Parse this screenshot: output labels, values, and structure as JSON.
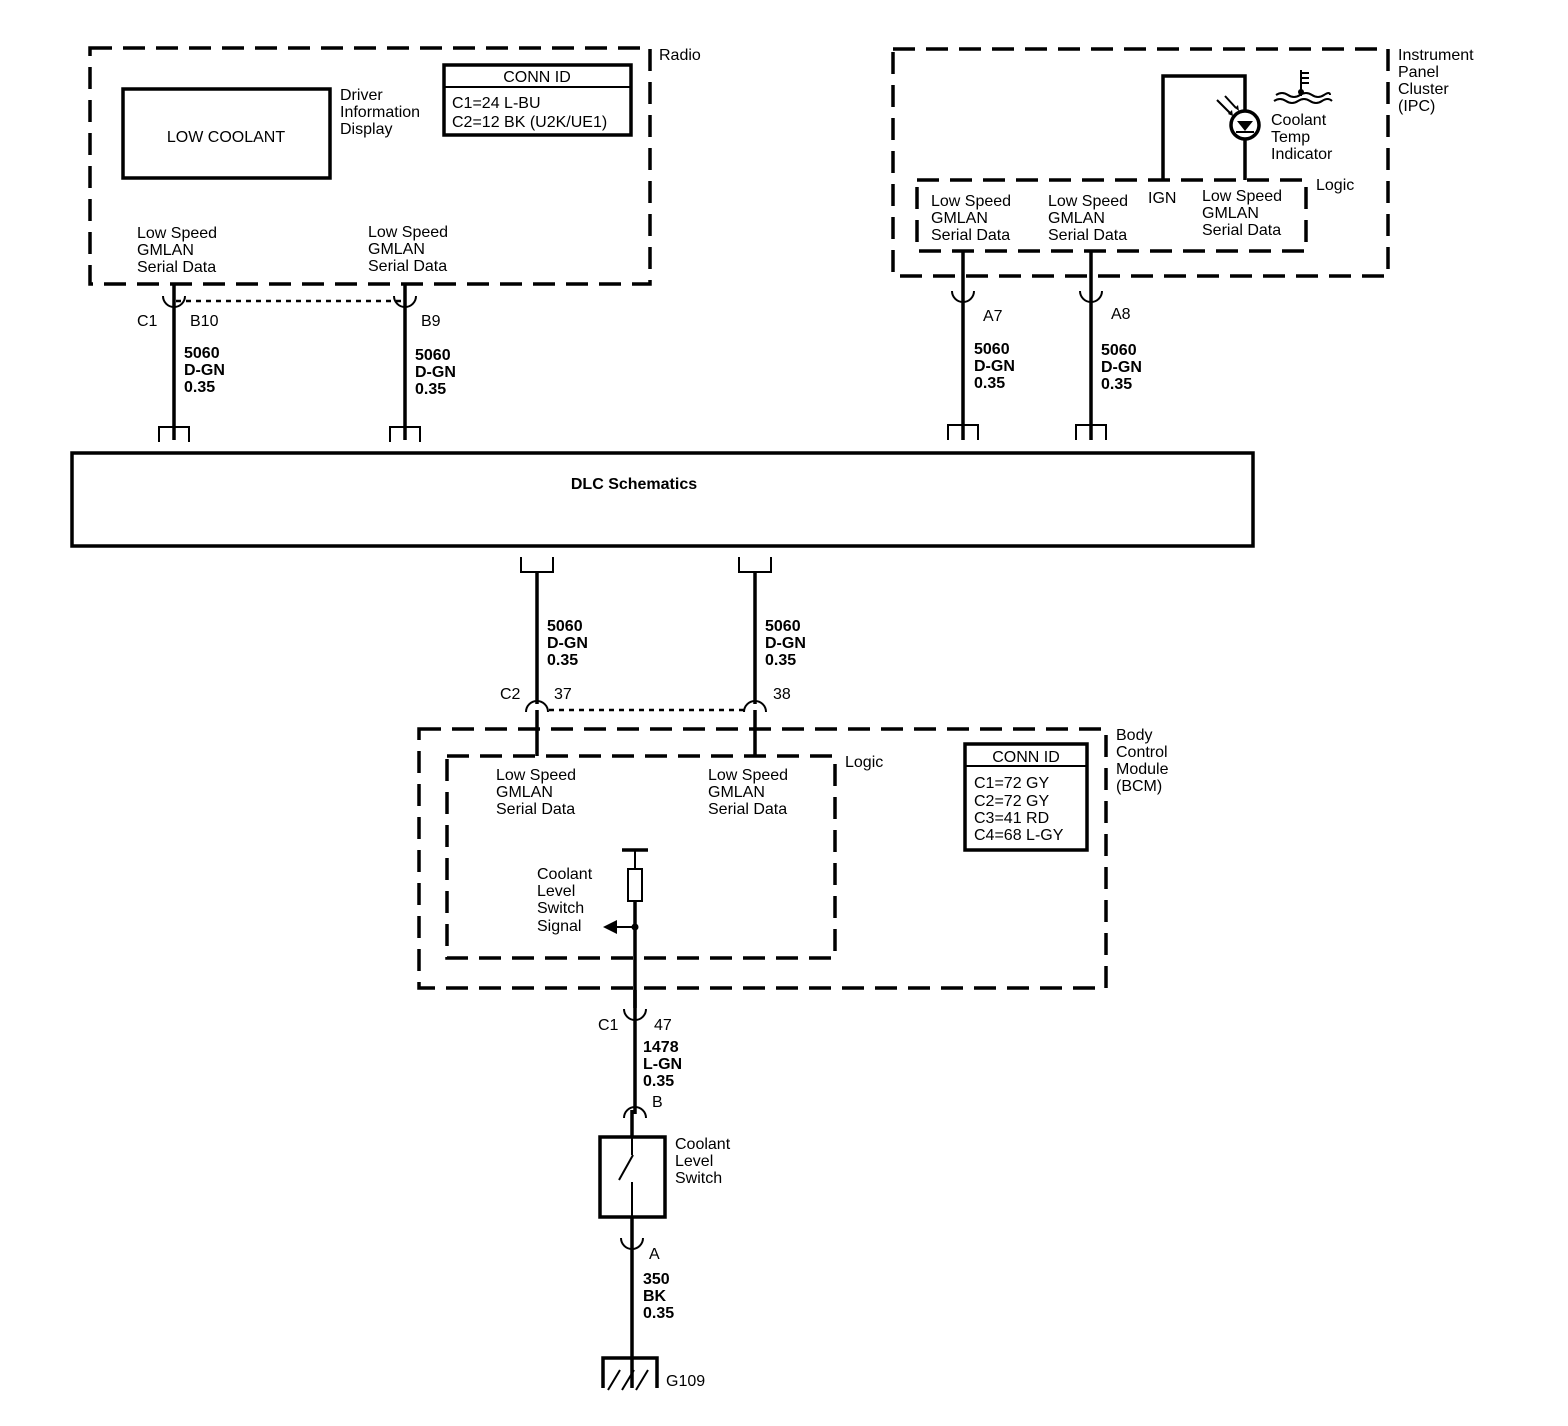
{
  "radio": {
    "title": "Radio",
    "display_label": [
      "Driver",
      "Information",
      "Display"
    ],
    "display_text": "LOW COOLANT",
    "conn_id": {
      "header": "CONN ID",
      "lines": [
        "C1=24 L-BU",
        "C2=12 BK (U2K/UE1)"
      ]
    },
    "pin_labels": {
      "left": [
        "Low Speed",
        "GMLAN",
        "Serial Data"
      ],
      "right": [
        "Low Speed",
        "GMLAN",
        "Serial Data"
      ]
    },
    "connector": "C1",
    "pins": [
      "B10",
      "B9"
    ]
  },
  "ipc": {
    "title": [
      "Instrument",
      "Panel",
      "Cluster",
      "(IPC)"
    ],
    "logic": "Logic",
    "indicator": [
      "Coolant",
      "Temp",
      "Indicator"
    ],
    "ign": "IGN",
    "pin_labels": {
      "a": [
        "Low Speed",
        "GMLAN",
        "Serial Data"
      ],
      "b": [
        "Low Speed",
        "GMLAN",
        "Serial Data"
      ],
      "c": [
        "Low Speed",
        "GMLAN",
        "Serial Data"
      ]
    },
    "pins": [
      "A7",
      "A8"
    ]
  },
  "wire_gmlan": {
    "circuit": "5060",
    "color": "D-GN",
    "size": "0.35"
  },
  "dlc": {
    "label": "DLC Schematics"
  },
  "bcm": {
    "title": [
      "Body",
      "Control",
      "Module",
      "(BCM)"
    ],
    "logic": "Logic",
    "conn_id": {
      "header": "CONN ID",
      "lines": [
        "C1=72 GY",
        "C2=72 GY",
        "C3=41 RD",
        "C4=68 L-GY"
      ]
    },
    "pin_labels": {
      "left": [
        "Low Speed",
        "GMLAN",
        "Serial Data"
      ],
      "right": [
        "Low Speed",
        "GMLAN",
        "Serial Data"
      ]
    },
    "signal": [
      "Coolant",
      "Level",
      "Switch",
      "Signal"
    ],
    "connector_top": "C2",
    "pins_top": [
      "37",
      "38"
    ],
    "connector_bottom": "C1",
    "pin_bottom": "47"
  },
  "wire_switch": {
    "circuit": "1478",
    "color": "L-GN",
    "size": "0.35"
  },
  "switch": {
    "label": [
      "Coolant",
      "Level",
      "Switch"
    ],
    "pin_top": "B",
    "pin_bottom": "A"
  },
  "wire_ground": {
    "circuit": "350",
    "color": "BK",
    "size": "0.35"
  },
  "ground": {
    "label": "G109"
  }
}
